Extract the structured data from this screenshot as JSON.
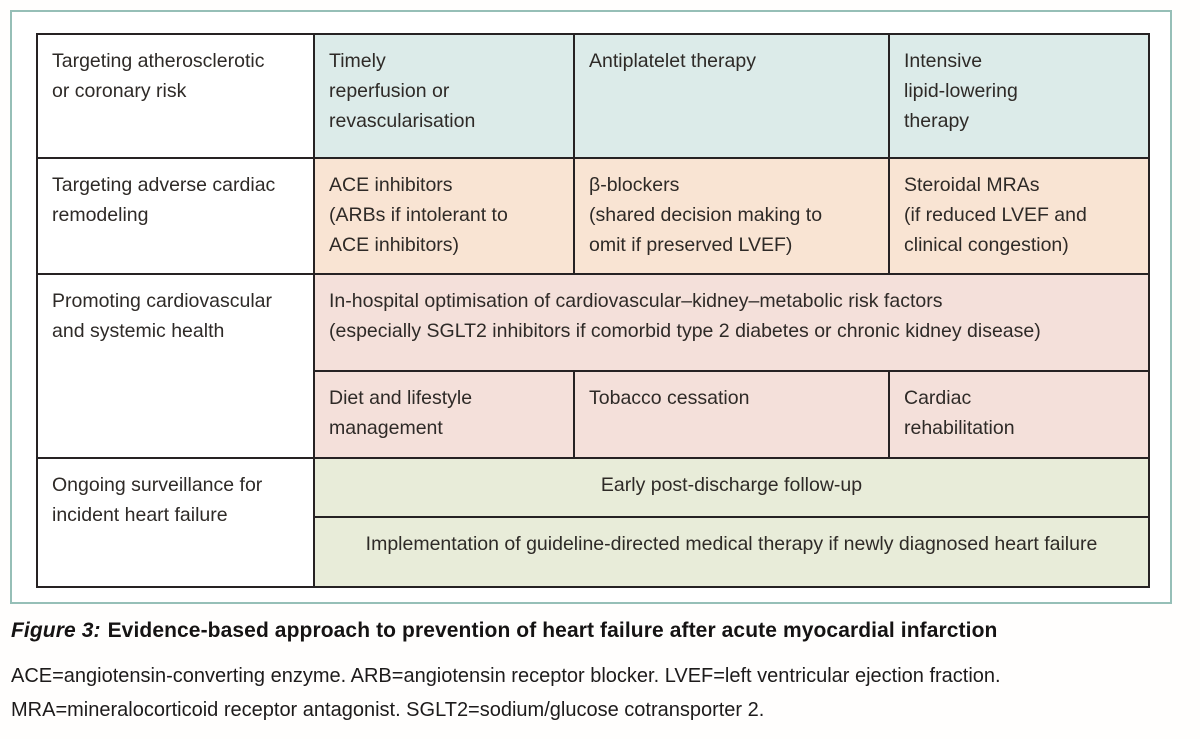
{
  "figure": {
    "caption_label": "Figure 3:",
    "caption_text": "Evidence-based approach to prevention of heart failure after acute myocardial infarction",
    "footnote": "ACE=angiotensin-converting enzyme. ARB=angiotensin receptor blocker. LVEF=left ventricular ejection fraction.\nMRA=mineralocorticoid receptor antagonist. SGLT2=sodium/glucose cotransporter 2."
  },
  "table": {
    "row_labels": [
      "Targeting atherosclerotic\nor coronary risk",
      "Targeting adverse cardiac\nremodeling",
      "Promoting cardiovascular\nand systemic health",
      "Ongoing surveillance for\nincident heart failure"
    ],
    "coronary_cells": [
      "Timely\nreperfusion or\nrevascularisation",
      "Antiplatelet therapy",
      "Intensive\nlipid-lowering\ntherapy"
    ],
    "remodeling_cells": [
      "ACE inhibitors\n(ARBs if intolerant to\nACE inhibitors)",
      "β-blockers\n(shared decision making to\nomit if preserved LVEF)",
      "Steroidal MRAs\n(if reduced LVEF and\nclinical congestion)"
    ],
    "health_banner": "In-hospital optimisation of cardiovascular–kidney–metabolic risk factors\n(especially SGLT2 inhibitors if comorbid type 2 diabetes or chronic kidney disease)",
    "health_cells": [
      "Diet and lifestyle\nmanagement",
      "Tobacco cessation",
      "Cardiac\nrehabilitation"
    ],
    "surveillance_cells": [
      "Early post-discharge follow-up",
      "Implementation of guideline-directed medical therapy if newly diagnosed heart failure"
    ]
  },
  "colors": {
    "frame_border": "#96bfb7",
    "table_border": "#262223",
    "coronary_fill": "#dcebe9",
    "remodeling_fill": "#f9e4d3",
    "health_fill": "#f4e0da",
    "surveillance_fill": "#e8ecd9",
    "text": "#2e2a27"
  }
}
